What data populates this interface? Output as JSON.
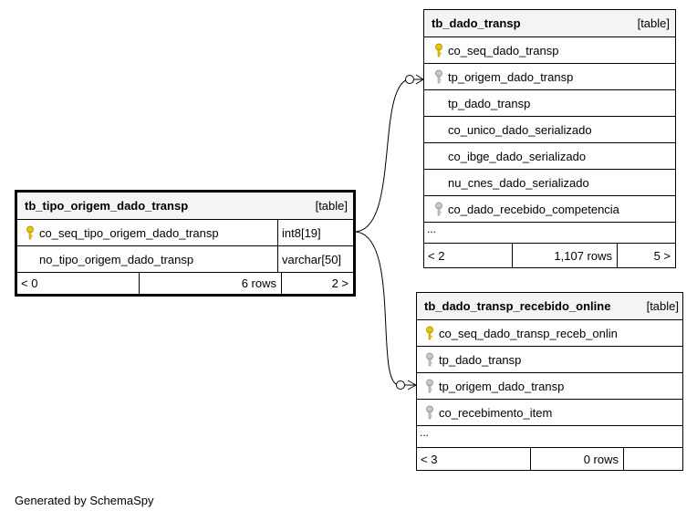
{
  "tables": {
    "tb_tipo_origem": {
      "name": "tb_tipo_origem_dado_transp",
      "kind": "[table]",
      "columns": [
        {
          "name": "co_seq_tipo_origem_dado_transp",
          "type": "int8[19]",
          "key": "primary"
        },
        {
          "name": "no_tipo_origem_dado_transp",
          "type": "varchar[50]",
          "key": "none"
        }
      ],
      "footer": {
        "parents": "< 0",
        "rows": "6 rows",
        "children": "2 >"
      }
    },
    "tb_dado_transp": {
      "name": "tb_dado_transp",
      "kind": "[table]",
      "columns": [
        {
          "name": "co_seq_dado_transp",
          "key": "primary"
        },
        {
          "name": "tp_origem_dado_transp",
          "key": "foreign"
        },
        {
          "name": "tp_dado_transp",
          "key": "none"
        },
        {
          "name": "co_unico_dado_serializado",
          "key": "none"
        },
        {
          "name": "co_ibge_dado_serializado",
          "key": "none"
        },
        {
          "name": "nu_cnes_dado_serializado",
          "key": "none"
        },
        {
          "name": "co_dado_recebido_competencia",
          "key": "foreign"
        }
      ],
      "more": "...",
      "footer": {
        "parents": "< 2",
        "rows": "1,107 rows",
        "children": "5 >"
      }
    },
    "tb_dado_transp_recebido_online": {
      "name": "tb_dado_transp_recebido_online",
      "kind": "[table]",
      "columns": [
        {
          "name": "co_seq_dado_transp_receb_onlin",
          "key": "primary"
        },
        {
          "name": "tp_dado_transp",
          "key": "foreign"
        },
        {
          "name": "tp_origem_dado_transp",
          "key": "foreign"
        },
        {
          "name": "co_recebimento_item",
          "key": "foreign"
        }
      ],
      "more": "...",
      "footer": {
        "parents": "< 3",
        "rows": "0 rows",
        "children": ""
      }
    }
  },
  "credit": "Generated by SchemaSpy",
  "colors": {
    "primary_key": "#e8c800",
    "foreign_key": "#a8a8a8",
    "header_bg": "#f4f4f4",
    "line": "#000000"
  },
  "icons": {
    "primary": "primary-key-icon",
    "foreign": "foreign-key-icon"
  }
}
